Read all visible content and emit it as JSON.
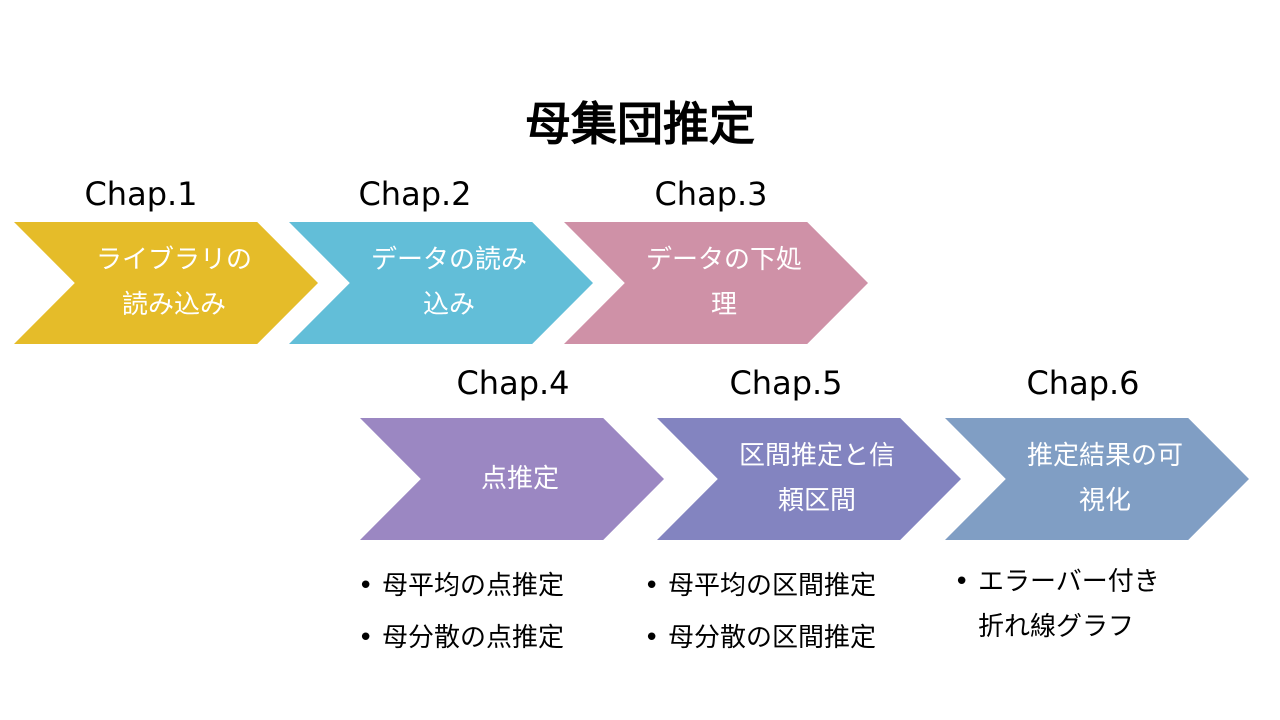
{
  "title": "母集団推定",
  "steps": [
    {
      "chap": "Chap.1",
      "line1": "ライブラリの",
      "line2": "読み込み",
      "color": "#E5BC29"
    },
    {
      "chap": "Chap.2",
      "line1": "データの読み",
      "line2": "込み",
      "color": "#62BED8"
    },
    {
      "chap": "Chap.3",
      "line1": "データの下処",
      "line2": "理",
      "color": "#CF91A7"
    },
    {
      "chap": "Chap.4",
      "line1": "点推定",
      "line2": "",
      "color": "#9B87C2"
    },
    {
      "chap": "Chap.5",
      "line1": "区間推定と信",
      "line2": "頼区間",
      "color": "#8384C0"
    },
    {
      "chap": "Chap.6",
      "line1": "推定結果の可",
      "line2": "視化",
      "color": "#809EC4"
    }
  ],
  "bullets": {
    "chap4": [
      "母平均の点推定",
      "母分散の点推定"
    ],
    "chap5": [
      "母平均の区間推定",
      "母分散の区間推定"
    ],
    "chap6": [
      "エラーバー付き折れ線グラフ"
    ]
  }
}
